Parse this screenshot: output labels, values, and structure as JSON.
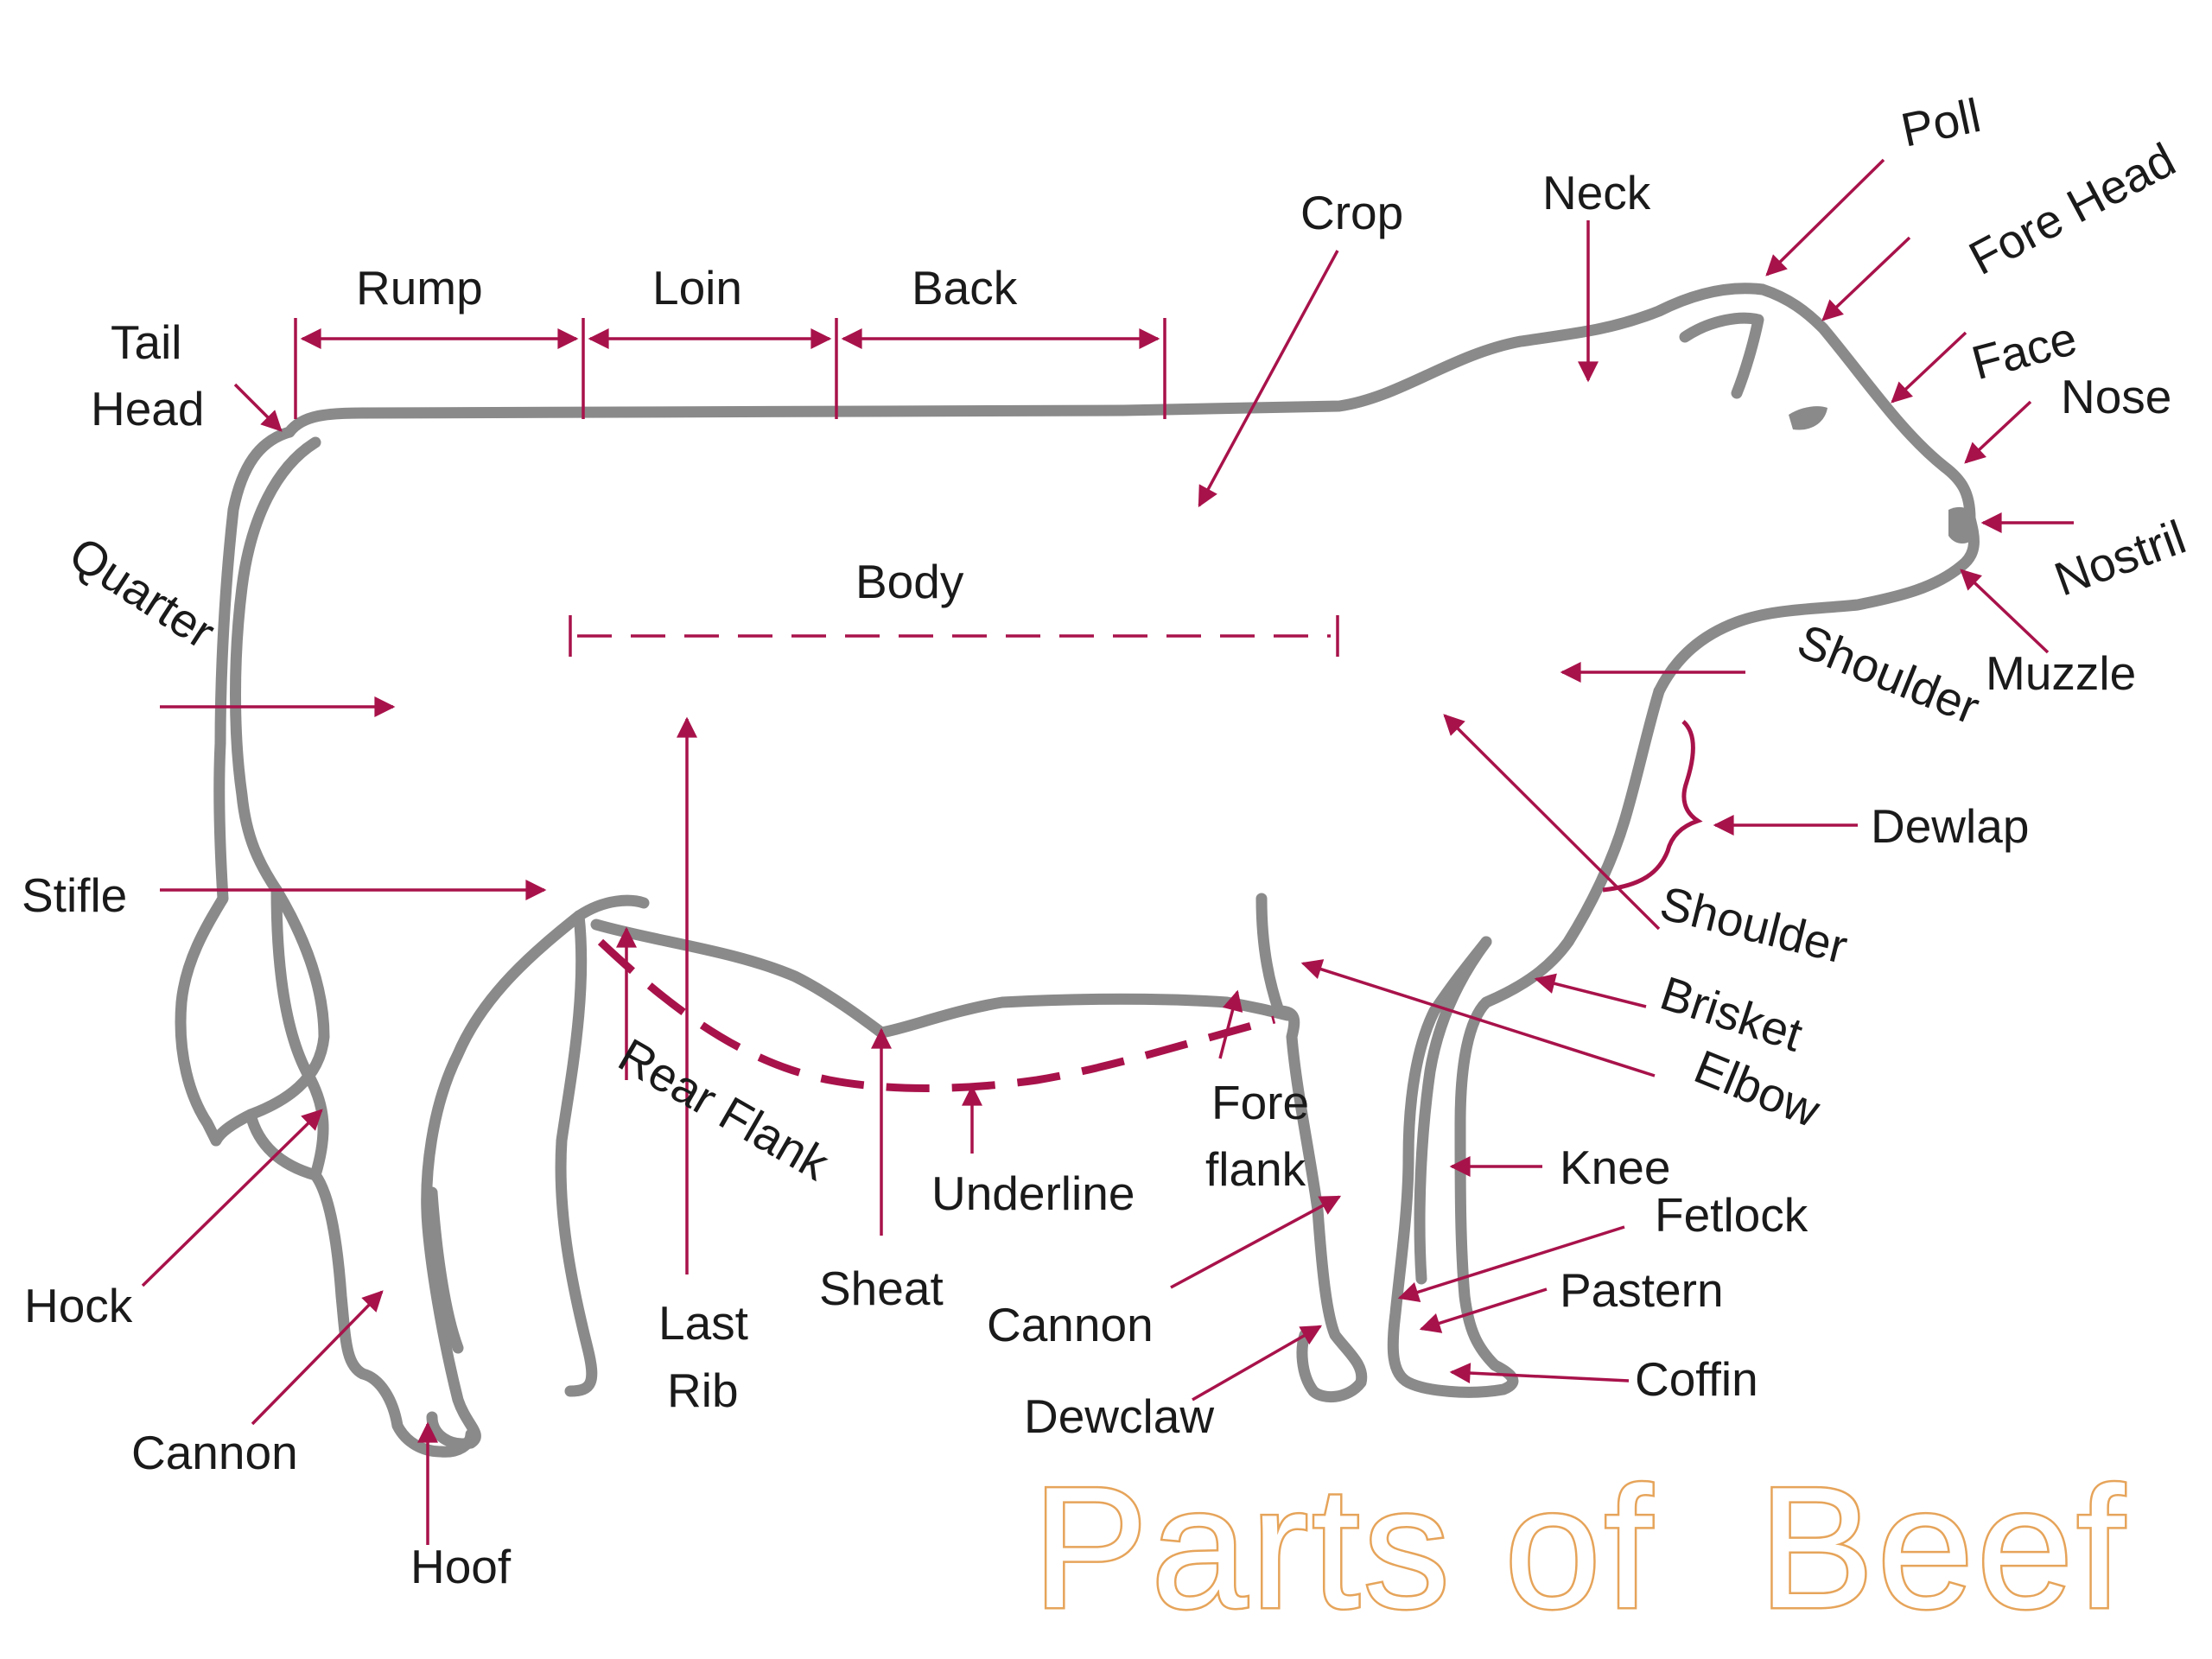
{
  "title": "Parts of  Beef",
  "colors": {
    "outline": "#8a8a8a",
    "arrow": "#a8124a",
    "text": "#1a1a1a",
    "title_stroke": "#e6a45a"
  },
  "labels": {
    "poll": "Poll",
    "fore_head": "Fore Head",
    "neck": "Neck",
    "crop": "Crop",
    "back": "Back",
    "loin": "Loin",
    "rump": "Rump",
    "tail": "Tail",
    "head": "Head",
    "face": "Face",
    "nose": "Nose",
    "nostril": "Nostril",
    "muzzle": "Muzzle",
    "body": "Body",
    "quarter": "Quarter",
    "shoulder_upper": "Shoulder",
    "dewlap": "Dewlap",
    "stifle": "Stifle",
    "shoulder_lower": "Shoulder",
    "brisket": "Brisket",
    "elbow": "Elbow",
    "rear_flank": "Rear Flank",
    "fore": "Fore",
    "flank": "flank",
    "knee": "Knee",
    "underline": "Underline",
    "fetlock": "Fetlock",
    "hock": "Hock",
    "sheat": "Sheat",
    "pastern": "Pastern",
    "last": "Last",
    "rib": "Rib",
    "cannon_front": "Cannon",
    "coffin": "Coffin",
    "dewclaw": "Dewclaw",
    "cannon_rear": "Cannon",
    "hoof": "Hoof"
  }
}
